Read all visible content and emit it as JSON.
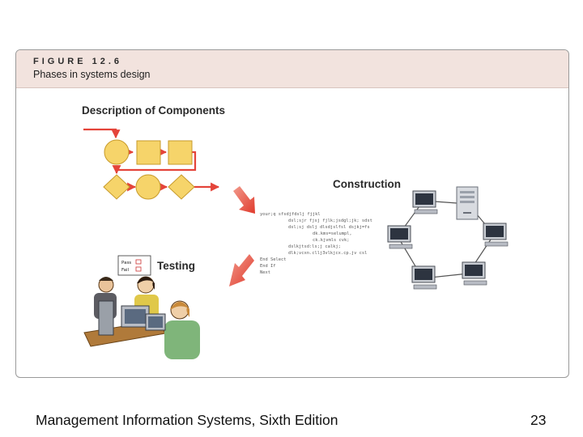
{
  "figure": {
    "label": "FIGURE 12.6",
    "caption": "Phases in systems design"
  },
  "phases": {
    "description": "Description of Components",
    "construction": "Construction",
    "testing": "Testing"
  },
  "code_lines": [
    "your;q sfsdjfdslj fjjkl",
    "dsl;sjr fjsj fjlk;jsdgl;jk; sdst",
    "dsl;sj dslj dlsdjslfsl dsjkj=fs",
    "dk.kms=selumpl,",
    "ck.kjvmls cvk;",
    "dslkjtsd:ls;j calkj;",
    "dlk;vcxn.cllj3vlkjcx.cp.jv csl",
    "End Select",
    "End If",
    "Next"
  ],
  "test_sheet": {
    "line1": "Pass",
    "line2": "Fail"
  },
  "footer": {
    "book_title": "Management Information Systems, Sixth Edition",
    "page_number": "23"
  },
  "colors": {
    "header_bg": "#f2e3de",
    "shape_fill": "#f6d46a",
    "connector": "#e4443a",
    "big_arrow": "#e8473a"
  }
}
